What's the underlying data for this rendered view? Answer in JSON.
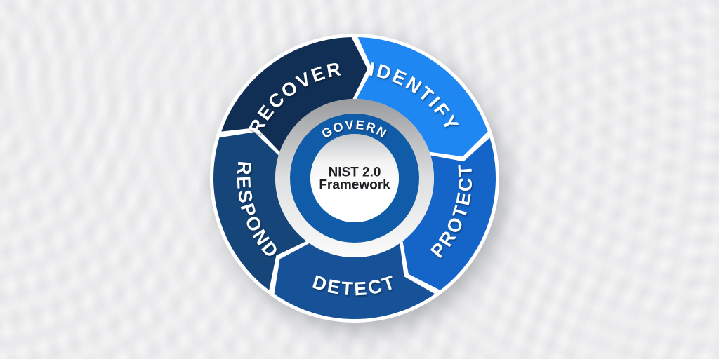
{
  "diagram": {
    "center_title_lines": [
      "NIST 2.0",
      "Framework"
    ],
    "inner_ring": {
      "label": "GOVERN",
      "color": "#115ca8"
    },
    "segments": [
      {
        "label": "IDENTIFY",
        "color": "#1f87f2",
        "start": 0,
        "text_reversed": false
      },
      {
        "label": "PROTECT",
        "color": "#1565c8",
        "start": 72,
        "text_reversed": true
      },
      {
        "label": "DETECT",
        "color": "#175299",
        "start": 144,
        "text_reversed": true
      },
      {
        "label": "RESPOND",
        "color": "#154579",
        "start": 216,
        "text_reversed": true
      },
      {
        "label": "RECOVER",
        "color": "#112e54",
        "start": 288,
        "text_reversed": false
      }
    ],
    "colors": {
      "segment_gap": "#ffffff",
      "label_text": "#ffffff",
      "center_text": "#1d1f23",
      "base_disc": "#ffffff"
    }
  }
}
